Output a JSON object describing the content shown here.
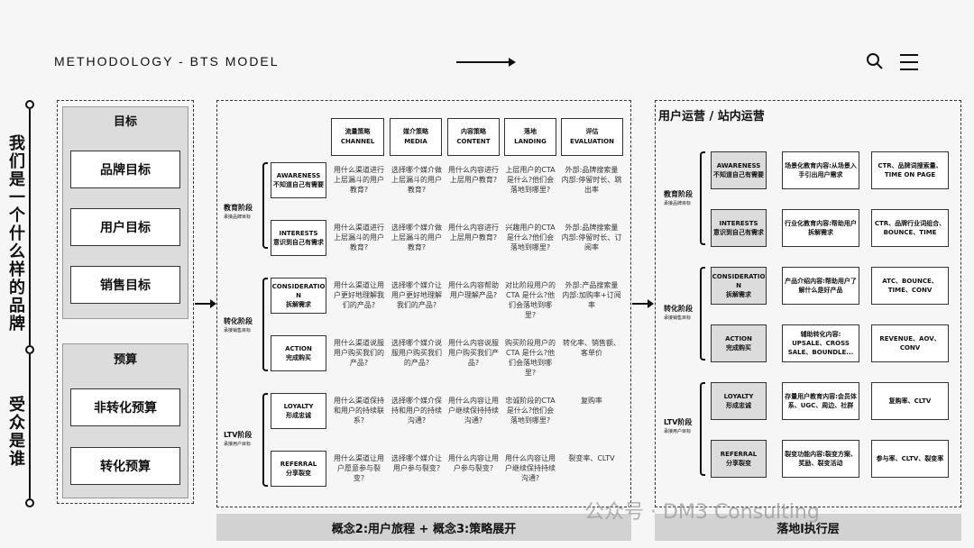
{
  "header": {
    "title": "METHODOLOGY - BTS MODEL"
  },
  "left": {
    "vertical_1": "我们是一个什么样的品牌",
    "vertical_2": "受众是谁",
    "goals": {
      "title": "目标",
      "items": [
        "品牌目标",
        "用户目标",
        "销售目标"
      ]
    },
    "budget": {
      "title": "预算",
      "items": [
        "非转化预算",
        "转化预算"
      ]
    }
  },
  "middle": {
    "columns": [
      {
        "cn": "流量策略",
        "en": "CHANNEL"
      },
      {
        "cn": "媒介策略",
        "en": "MEDIA"
      },
      {
        "cn": "内容策略",
        "en": "CONTENT"
      },
      {
        "cn": "落地",
        "en": "LANDING"
      },
      {
        "cn": "评估",
        "en": "EVALUATION"
      }
    ],
    "phases": [
      {
        "name": "教育阶段",
        "sub": "承接品牌目标"
      },
      {
        "name": "转化阶段",
        "sub": "承接销售目标"
      },
      {
        "name": "LTV阶段",
        "sub": "承接用户目标"
      }
    ],
    "rows": [
      {
        "stage": "AWARENESS\n不知道自己有需要",
        "cells": [
          "用什么渠道进行上层漏斗的用户教育?",
          "选择哪个媒介做上层漏斗的用户教育?",
          "用什么内容进行上层用户教育?",
          "上层用户的CTA 是什么?他们会落地到哪里?",
          "外部:品牌搜索量\n内部:停留时长、跳出率"
        ]
      },
      {
        "stage": "INTERESTS\n意识到自己有需求",
        "cells": [
          "用什么渠道进行上层漏斗的用户教育?",
          "选择哪个媒介做上层漏斗的用户教育?",
          "用什么内容进行上层用户教育?",
          "兴趣用户的CTA 是什么?他们会落地到哪里?",
          "外部:品牌搜索量\n内部:停留时长、订阅率"
        ]
      },
      {
        "stage": "CONSIDERATIO\nN\n拆解需求",
        "cells": [
          "用什么渠道让用户更好地理解我们的产品?",
          "选择哪个媒介让用户更好地理解我们的产品?",
          "用什么内容帮助用户理解产品?",
          "对比阶段用户的 CTA 是什么?他们会落地到哪里?",
          "外部:产品搜索量\n内部:加购率+订阅率"
        ]
      },
      {
        "stage": "ACTION\n完成购买",
        "cells": [
          "用什么渠道说服用户购买我们的产品?",
          "选择哪个媒介说服用户购买我们的产品?",
          "用什么内容说服用户购买我们产品?",
          "购买阶段用户的 CTA 是什么?他们会落地到哪里?",
          "转化率、销售额、客单价"
        ]
      },
      {
        "stage": "LOYALTY\n形成忠诚",
        "cells": [
          "用什么渠道保持和用户的持续联系?",
          "选择哪个媒介保持和用户的持续沟通?",
          "用什么内容让用户继续保持持续沟通?",
          "忠诚阶段的CTA是什么?他们会落地到哪里?",
          "复购率"
        ]
      },
      {
        "stage": "REFERRAL\n分享裂变",
        "cells": [
          "用什么渠道让用户愿意参与裂变?",
          "选择哪个媒介让用户参与裂变?",
          "用什么内容让用户参与裂变?",
          "用什么内容让用户继续保持持续沟通?",
          "裂变率、CLTV"
        ]
      }
    ],
    "footer": "概念2:用户旅程 + 概念3:策略展开"
  },
  "right": {
    "title": "用户运营 / 站内运营",
    "rows": [
      {
        "stage": "AWARENESS\n不知道自己有需要",
        "content": "场景化教育内容:从场景入手引出用户需求",
        "metric": "CTR、品牌词搜索量、TIME ON PAGE"
      },
      {
        "stage": "INTERESTS\n意识到自己有需求",
        "content": "行业化教育内容:帮助用户拆解需求",
        "metric": "CTR、品牌行业词组合、BOUNCE、TIME"
      },
      {
        "stage": "CONSIDERATIO\nN\n拆解需求",
        "content": "产品介绍内容:帮助用户了解什么是好产品",
        "metric": "ATC、BOUNCE、TIME、CONV"
      },
      {
        "stage": "ACTION\n完成购买",
        "content": "辅助转化内容:\nUPSALE、CROSS SALE、BOUNDLE...",
        "metric": "REVENUE、AOV、CONV"
      },
      {
        "stage": "LOYALTY\n形成忠诚",
        "content": "存量用户教育内容:会员体系、UGC、周边、社群",
        "metric": "复购率、CLTV"
      },
      {
        "stage": "REFERRAL\n分享裂变",
        "content": "裂变功能内容:裂变方案、奖励、裂变活动",
        "metric": "参与率、CLTV、裂变率"
      }
    ],
    "footer": "落地l执行层"
  },
  "watermark": "公众号 · DM3 Consulting"
}
